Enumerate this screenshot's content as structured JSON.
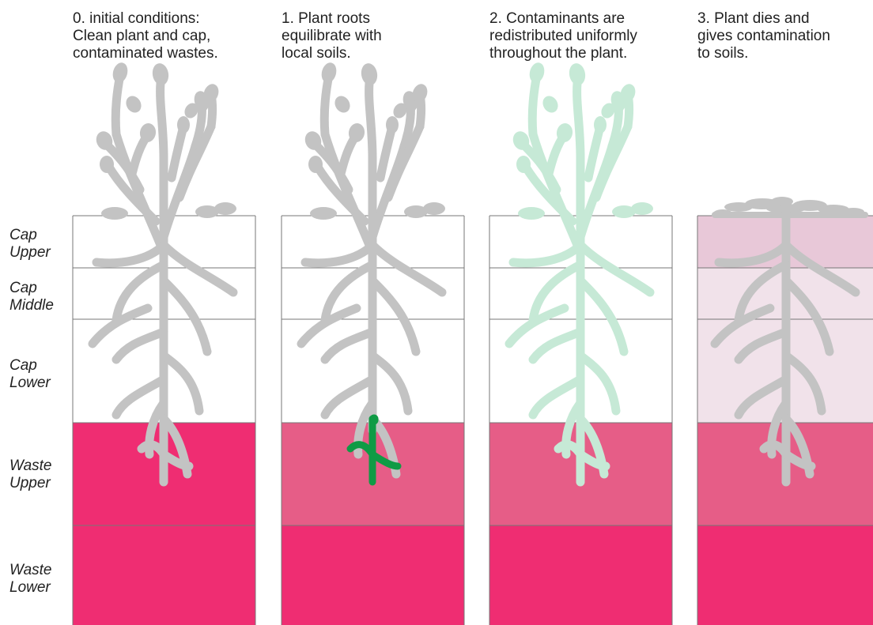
{
  "layers": [
    {
      "key": "cap_upper",
      "line1": "Cap",
      "line2": "Upper"
    },
    {
      "key": "cap_middle",
      "line1": "Cap",
      "line2": "Middle"
    },
    {
      "key": "cap_lower",
      "line1": "Cap",
      "line2": "Lower"
    },
    {
      "key": "waste_upper",
      "line1": "Waste",
      "line2": "Upper"
    },
    {
      "key": "waste_lower",
      "line1": "Waste",
      "line2": "Lower"
    }
  ],
  "panels": [
    {
      "step": "0",
      "heading": [
        "0. initial conditions:",
        "Clean plant and cap,",
        "contaminated wastes."
      ],
      "plant": "grey",
      "layer_colors": [
        "#ffffff",
        "#ffffff",
        "#ffffff",
        "#ef2d72",
        "#ef2d72"
      ]
    },
    {
      "step": "1",
      "heading": [
        "1. Plant roots",
        "equilibrate with",
        "local soils."
      ],
      "plant": "grey-green-roots",
      "layer_colors": [
        "#ffffff",
        "#ffffff",
        "#ffffff",
        "#e65d87",
        "#ef2d72"
      ]
    },
    {
      "step": "2",
      "heading": [
        "2. Contaminants are",
        "redistributed uniformly",
        "throughout the plant."
      ],
      "plant": "mint",
      "layer_colors": [
        "#ffffff",
        "#ffffff",
        "#ffffff",
        "#e65d87",
        "#ef2d72"
      ]
    },
    {
      "step": "3",
      "heading": [
        "3. Plant dies and",
        "gives contamination",
        "to soils."
      ],
      "plant": "grey-dead",
      "layer_colors": [
        "#e8c8d8",
        "#f1e2ea",
        "#f1e2ea",
        "#e65d87",
        "#ef2d72"
      ]
    }
  ],
  "colors": {
    "plant_grey": "#c3c3c3",
    "plant_mint": "#c6e9d6",
    "root_green": "#0f9b45",
    "layer_line": "#777777"
  }
}
